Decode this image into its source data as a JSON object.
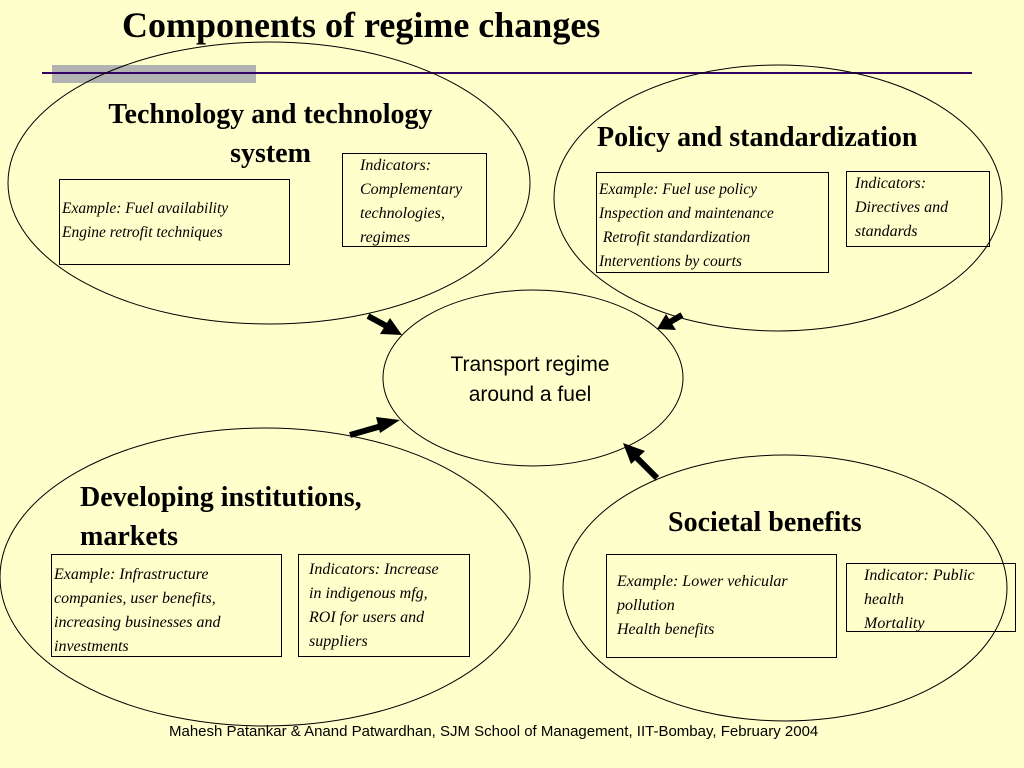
{
  "title": "Components of regime changes",
  "center": {
    "line1": "Transport regime",
    "line2": "around a fuel"
  },
  "tech": {
    "heading_line1": "Technology and technology",
    "heading_line2": "system",
    "example": [
      "Example: Fuel availability",
      "Engine retrofit techniques"
    ],
    "indicators": [
      "Indicators:",
      "Complementary",
      "technologies,",
      "regimes"
    ]
  },
  "policy": {
    "heading": "Policy and standardization",
    "example": [
      "Example: Fuel use policy",
      "Inspection and maintenance",
      " Retrofit standardization",
      "Interventions by courts"
    ],
    "indicators": [
      "Indicators:",
      "Directives and",
      "standards"
    ]
  },
  "institutions": {
    "heading_line1": "Developing institutions,",
    "heading_line2": "markets",
    "example": [
      "Example: Infrastructure",
      "companies, user benefits,",
      "increasing businesses and",
      "investments"
    ],
    "indicators": [
      "Indicators: Increase",
      "in indigenous mfg,",
      "ROI for users and",
      "suppliers"
    ]
  },
  "societal": {
    "heading": "Societal benefits",
    "example": [
      "Example: Lower vehicular",
      "pollution",
      "Health benefits"
    ],
    "indicators": [
      "Indicator: Public",
      "health",
      "Mortality"
    ]
  },
  "footer": "Mahesh Patankar & Anand Patwardhan, SJM School of Management, IIT-Bombay, February 2004",
  "colors": {
    "background": "#FFFFCC",
    "rule": "#330066",
    "accent": "#B2B2B2"
  }
}
